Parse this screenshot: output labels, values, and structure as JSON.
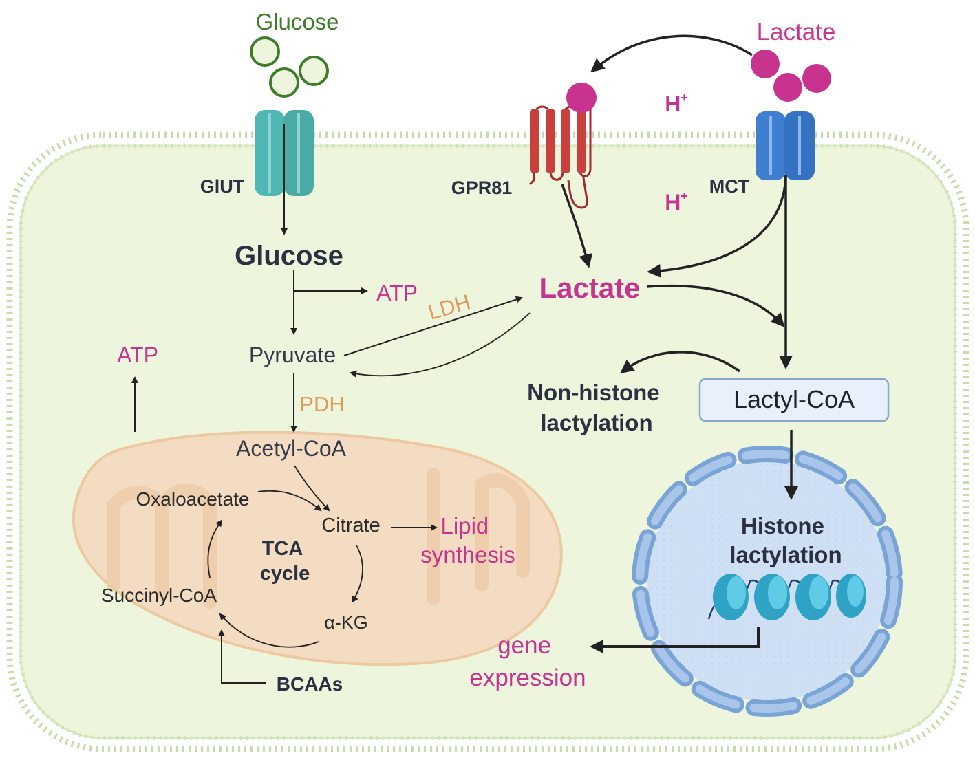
{
  "colors": {
    "cell_fill": "#eef5dd",
    "membrane": "#c6dcaa",
    "glucose_green": "#3f7d2a",
    "lactate_magenta": "#c8338f",
    "enzyme_orange": "#e09a5a",
    "text_dark": "#2c3142",
    "mitochondrion": "#f4dcc2",
    "nucleus": "#cfe0f4",
    "glut_teal": "#4fb8b4",
    "mct_blue": "#3e7fcf",
    "gpr81_red": "#c9403d"
  },
  "extracellular": {
    "glucose_label": "Glucose",
    "lactate_label": "Lactate",
    "proton_top": "H",
    "proton_bottom": "H",
    "proton_charge": "+"
  },
  "transporters": {
    "glut": "GlUT",
    "gpr81": "GPR81",
    "mct": "MCT"
  },
  "cytoplasm": {
    "glucose": "Glucose",
    "atp_glycolysis": "ATP",
    "ldh": "LDH",
    "lactate": "Lactate",
    "pyruvate": "Pyruvate",
    "pdh": "PDH",
    "acetyl_coa": "Acetyl-CoA",
    "atp_mito": "ATP",
    "lactyl_coa": "Lactyl-CoA",
    "non_histone_line1": "Non-histone",
    "non_histone_line2": "lactylation"
  },
  "tca": {
    "oxaloacetate": "Oxaloacetate",
    "citrate": "Citrate",
    "cycle_line1": "TCA",
    "cycle_line2": "cycle",
    "succinyl_coa": "Succinyl-CoA",
    "akg": "α-KG",
    "bcaas": "BCAAs",
    "lipid_line1": "Lipid",
    "lipid_line2": "synthesis"
  },
  "nucleus": {
    "histone_line1": "Histone",
    "histone_line2": "lactylation",
    "gene_line1": "gene",
    "gene_line2": "expression"
  }
}
